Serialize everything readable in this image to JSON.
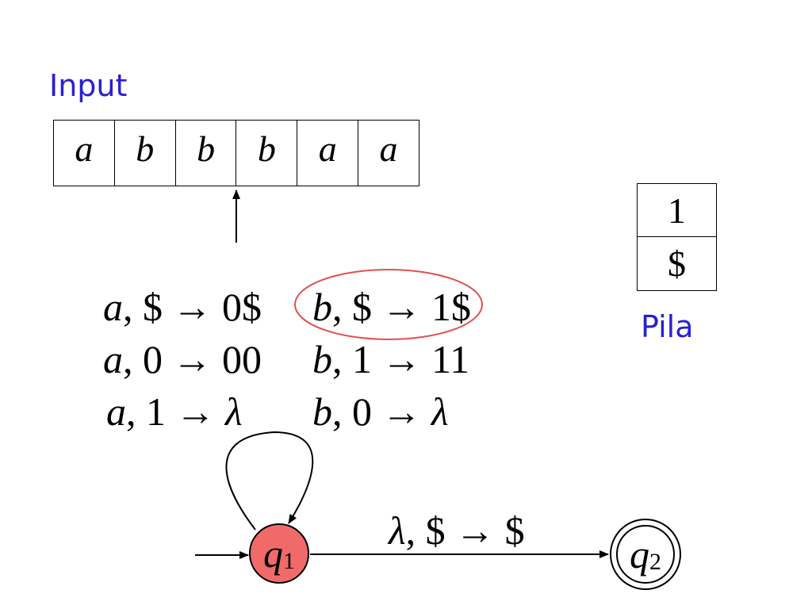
{
  "input_label": "Input",
  "tape": [
    "a",
    "b",
    "b",
    "b",
    "a",
    "a"
  ],
  "stack_label": "Pila",
  "stack": [
    "1",
    "$"
  ],
  "rules_left": [
    "a, $ → 0$",
    "a, 0 → 00",
    "a, 1 → λ"
  ],
  "rules_right": [
    "b, $ → 1$",
    "b, 1 → 11",
    "b, 0 → λ"
  ],
  "highlighted_rule": "b, $ → 1$",
  "highlight_color": "#e05050",
  "transition_label": "λ, $ → $",
  "states": {
    "q1": {
      "letter": "q",
      "index": "1",
      "fill": "#f06a6a",
      "initial": true
    },
    "q2": {
      "letter": "q",
      "index": "2",
      "accepting": true
    }
  }
}
